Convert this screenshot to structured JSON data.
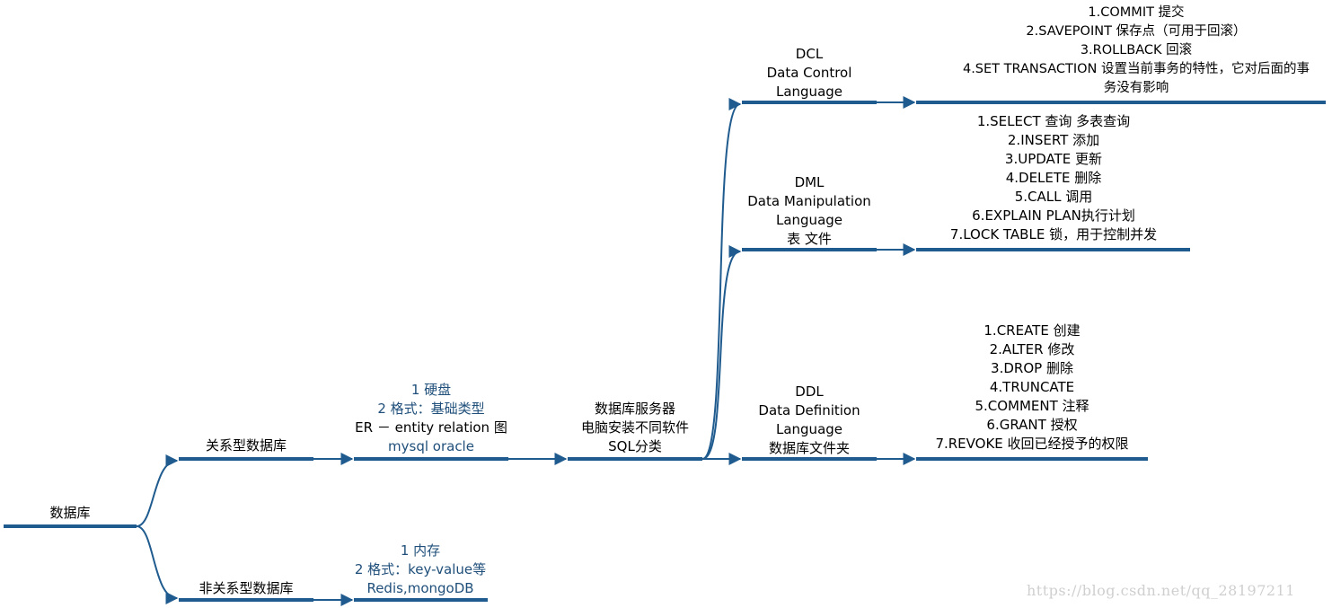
{
  "nodes": {
    "root": "数据库",
    "relational": "关系型数据库",
    "nonrelational": "非关系型数据库",
    "rel_detail": {
      "lines": [
        "1 硬盘",
        "2 格式：基础类型",
        "ER － entity relation 图",
        "mysql oracle"
      ]
    },
    "nonrel_detail": {
      "lines": [
        "1 内存",
        "2 格式：key-value等",
        "Redis,mongoDB"
      ]
    },
    "server": {
      "lines": [
        "数据库服务器",
        "电脑安装不同软件",
        "SQL分类"
      ]
    },
    "dcl": {
      "lines": [
        "DCL",
        "Data Control",
        "Language"
      ]
    },
    "dml": {
      "lines": [
        "DML",
        "Data Manipulation",
        "Language",
        "表 文件"
      ]
    },
    "ddl": {
      "lines": [
        "DDL",
        "Data Definition",
        "Language",
        "数据库文件夹"
      ]
    },
    "dcl_cmds": {
      "lines": [
        "1.COMMIT  提交",
        "2.SAVEPOINT  保存点（可用于回滚）",
        "3.ROLLBACK  回滚",
        "4.SET TRANSACTION  设置当前事务的特性，它对后面的事",
        "务没有影响"
      ]
    },
    "dml_cmds": {
      "lines": [
        "1.SELECT    查询  多表查询",
        "2.INSERT    添加",
        "3.UPDATE  更新",
        "4.DELETE  删除",
        "5.CALL  调用",
        "6.EXPLAIN PLAN执行计划",
        "7.LOCK TABLE  锁，用于控制并发"
      ]
    },
    "ddl_cmds": {
      "lines": [
        "1.CREATE    创建",
        "2.ALTER    修改",
        "3.DROP   删除",
        "4.TRUNCATE",
        "5.COMMENT  注释",
        "6.GRANT  授权",
        "7.REVOKE   收回已经授予的权限"
      ]
    }
  },
  "watermark": "https://blog.csdn.net/qq_28197211",
  "colors": {
    "line": "#1f5b8e",
    "blue_text": "#1f4f7a"
  }
}
